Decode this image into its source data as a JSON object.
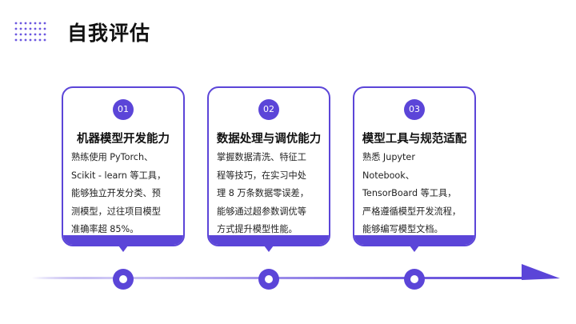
{
  "slide": {
    "title": "自我评估"
  },
  "cards": [
    {
      "number": "01",
      "title": "机器模型开发能力",
      "lines": [
        "熟练使用 PyTorch、",
        "Scikit - learn 等工具，",
        "能够独立开发分类、预",
        "测模型，过往项目模型",
        "准确率超 85%。"
      ]
    },
    {
      "number": "02",
      "title": "数据处理与调优能力",
      "lines": [
        "掌握数据清洗、特征工",
        "程等技巧，在实习中处",
        "理 8 万条数据零误差，",
        "能够通过超参数调优等",
        "方式提升模型性能。"
      ]
    },
    {
      "number": "03",
      "title": "模型工具与规范适配",
      "lines": [
        "熟悉 Jupyter",
        "Notebook、",
        "TensorBoard 等工具，",
        "严格遵循模型开发流程，",
        "能够编写模型文档。"
      ]
    }
  ],
  "colors": {
    "accent": "#5b45d8",
    "accent_light": "#c9c1f3"
  }
}
